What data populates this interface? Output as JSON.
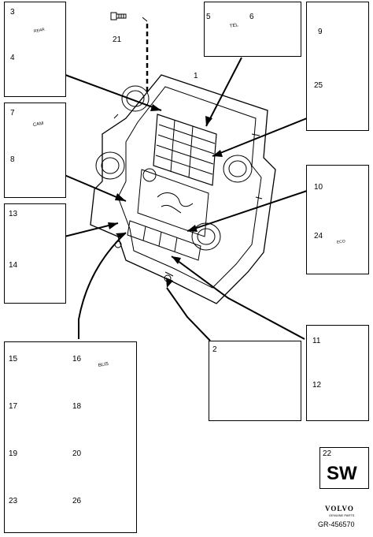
{
  "callouts": {
    "c1": "1",
    "c2": "2",
    "c3": "3",
    "c4": "4",
    "c5": "5",
    "c6": "6",
    "c7": "7",
    "c8": "8",
    "c9": "9",
    "c10": "10",
    "c11": "11",
    "c12": "12",
    "c13": "13",
    "c14": "14",
    "c15": "15",
    "c16": "16",
    "c17": "17",
    "c18": "18",
    "c19": "19",
    "c20": "20",
    "c21": "21",
    "c22": "22",
    "c23": "23",
    "c24": "24",
    "c25": "25",
    "c26": "26"
  },
  "button_labels": {
    "rear": "REAR",
    "tel": "TEL",
    "cam": "CAM",
    "blis": "BLIS",
    "eco": "ECO"
  },
  "sw_label": "SW",
  "brand": {
    "name": "VOLVO",
    "tagline": "GENUINE PARTS"
  },
  "reference": "GR-456570"
}
